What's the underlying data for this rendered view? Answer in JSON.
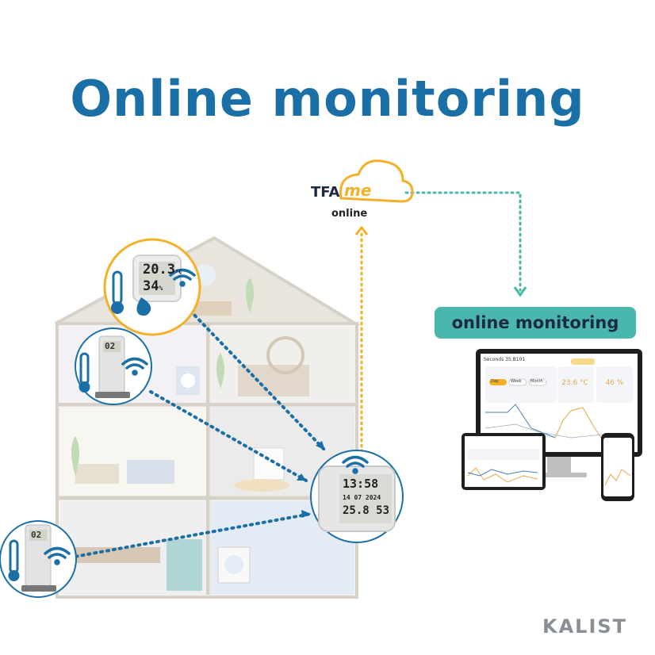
{
  "title": "Online monitoring",
  "cloud": {
    "logo_left": "TFA",
    "logo_right": "me",
    "caption": "online"
  },
  "badge": "online monitoring",
  "brand": "KALIST",
  "devices": {
    "hygrometer": {
      "temp": "20.3",
      "temp_unit": "°C",
      "hum": "34",
      "hum_unit": "%"
    },
    "sensor_top": {
      "display": "02"
    },
    "sensor_bottom": {
      "display": "02"
    },
    "cube": {
      "time": "13:58",
      "date": "14 07 2024",
      "temp": "25.8",
      "hum": "53"
    }
  },
  "dashboard": {
    "device_name": "Seconds 35.B101",
    "temp": "23.6 °C",
    "hum": "46 %",
    "buttons": [
      "Day",
      "Week",
      "Month"
    ]
  },
  "colors": {
    "title": "#1a6fa6",
    "accent": "#49b7ae",
    "cloud": "#f2b128",
    "wifi": "#1a6fa6"
  }
}
